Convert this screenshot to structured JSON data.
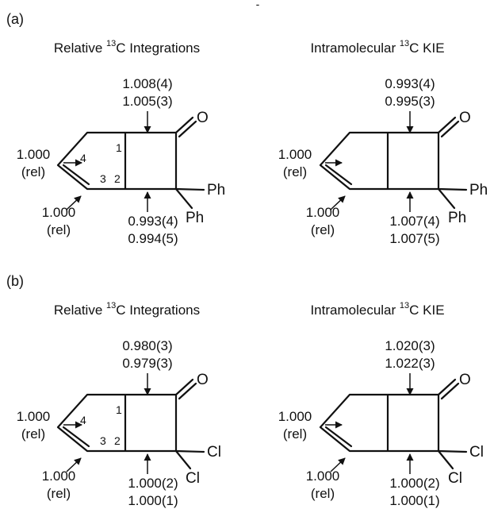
{
  "stray_mark": "-",
  "panel_a": {
    "label": "(a)",
    "left": {
      "title_pre": "Relative ",
      "title_sup": "13",
      "title_post": "C Integrations",
      "c1_values": [
        "1.008(4)",
        "1.005(3)"
      ],
      "c2_values": [
        "0.993(4)",
        "0.994(5)"
      ],
      "c4_values": [
        "1.000",
        "(rel)"
      ],
      "c3_values": [
        "1.000",
        "(rel)"
      ],
      "substituent": "Ph",
      "carbonyl": "O",
      "positions": [
        "1",
        "2",
        "3",
        "4"
      ]
    },
    "right": {
      "title_pre": "Intramolecular ",
      "title_sup": "13",
      "title_post": "C KIE",
      "c1_values": [
        "0.993(4)",
        "0.995(3)"
      ],
      "c2_values": [
        "1.007(4)",
        "1.007(5)"
      ],
      "c4_values": [
        "1.000",
        "(rel)"
      ],
      "c3_values": [
        "1.000",
        "(rel)"
      ],
      "substituent": "Ph",
      "carbonyl": "O"
    }
  },
  "panel_b": {
    "label": "(b)",
    "left": {
      "title_pre": "Relative ",
      "title_sup": "13",
      "title_post": "C Integrations",
      "c1_values": [
        "0.980(3)",
        "0.979(3)"
      ],
      "c2_values": [
        "1.000(2)",
        "1.000(1)"
      ],
      "c4_values": [
        "1.000",
        "(rel)"
      ],
      "c3_values": [
        "1.000",
        "(rel)"
      ],
      "substituent": "Cl",
      "carbonyl": "O",
      "positions": [
        "1",
        "2",
        "3",
        "4"
      ]
    },
    "right": {
      "title_pre": "Intramolecular ",
      "title_sup": "13",
      "title_post": "C KIE",
      "c1_values": [
        "1.020(3)",
        "1.022(3)"
      ],
      "c2_values": [
        "1.000(2)",
        "1.000(1)"
      ],
      "c4_values": [
        "1.000",
        "(rel)"
      ],
      "c3_values": [
        "1.000",
        "(rel)"
      ],
      "substituent": "Cl",
      "carbonyl": "O"
    }
  }
}
